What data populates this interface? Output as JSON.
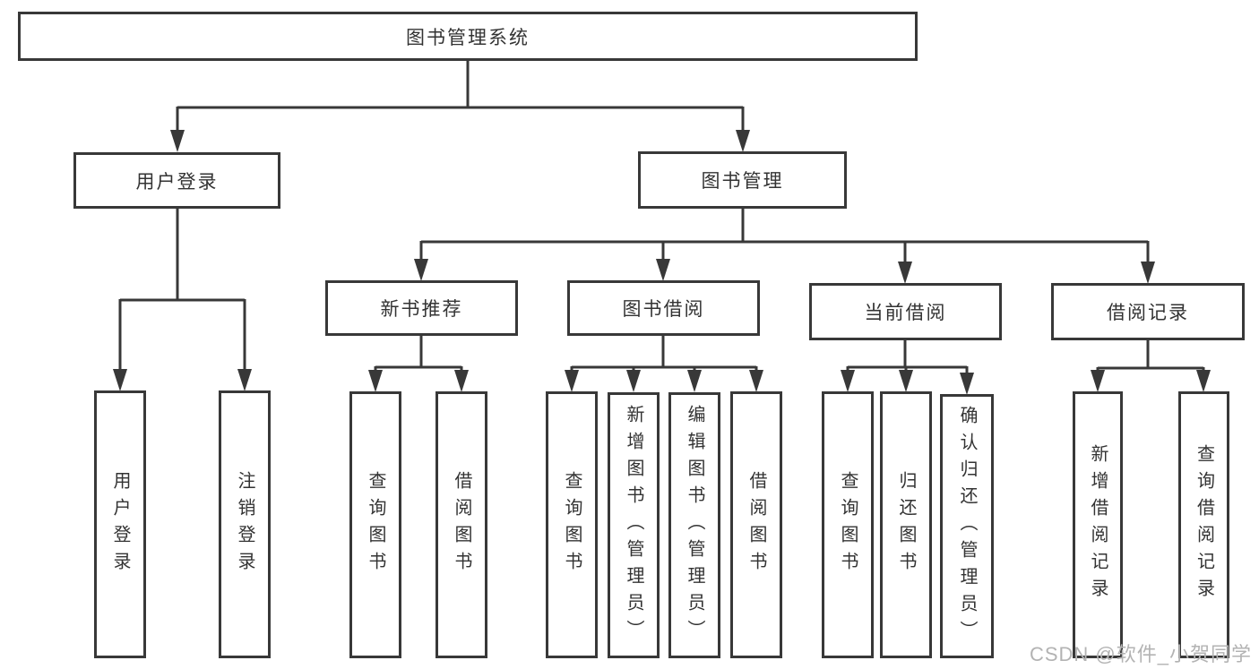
{
  "tree": {
    "label": "图书管理系统",
    "children": [
      {
        "label": "用户登录",
        "children": [
          {
            "label": "用户登录"
          },
          {
            "label": "注销登录"
          }
        ]
      },
      {
        "label": "图书管理",
        "children": [
          {
            "label": "新书推荐",
            "children": [
              {
                "label": "查询图书"
              },
              {
                "label": "借阅图书"
              }
            ]
          },
          {
            "label": "图书借阅",
            "children": [
              {
                "label": "查询图书"
              },
              {
                "label": "新增图书（管理员）"
              },
              {
                "label": "编辑图书（管理员）"
              },
              {
                "label": "借阅图书"
              }
            ]
          },
          {
            "label": "当前借阅",
            "children": [
              {
                "label": "查询图书"
              },
              {
                "label": "归还图书"
              },
              {
                "label": "确认归还（管理员）"
              }
            ]
          },
          {
            "label": "借阅记录",
            "children": [
              {
                "label": "新增借阅记录"
              },
              {
                "label": "查询借阅记录"
              }
            ]
          }
        ]
      }
    ]
  },
  "watermark": {
    "text": "CSDN @软件_小贺同学"
  },
  "colors": {
    "line": "#383838",
    "box_border": "#383838",
    "text": "#333333",
    "watermark": "#b3b3b3",
    "background": "#ffffff"
  }
}
